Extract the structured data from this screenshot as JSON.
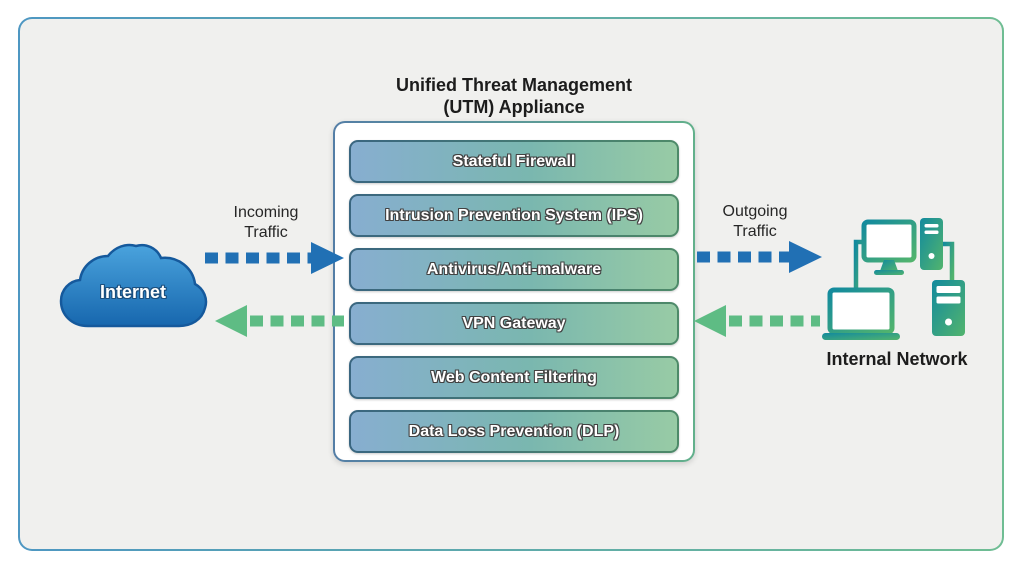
{
  "title": {
    "line1": "Unified Threat Management",
    "line2": "(UTM) Appliance"
  },
  "utm": {
    "modules": [
      "Stateful Firewall",
      "Intrusion Prevention System (IPS)",
      "Antivirus/Anti-malware",
      "VPN Gateway",
      "Web Content Filtering",
      "Data Loss Prevention (DLP)"
    ]
  },
  "internet": {
    "label": "Internet",
    "icon": "cloud-icon"
  },
  "internal_network": {
    "label": "Internal Network",
    "icon": "network-computers-icon"
  },
  "flows": {
    "incoming": {
      "line1": "Incoming",
      "line2": "Traffic"
    },
    "outgoing": {
      "line1": "Outgoing",
      "line2": "Traffic"
    }
  },
  "colors": {
    "incoming_outgoing_arrow": "#2170b4",
    "return_arrow": "#5ebc84",
    "frame_border_left": "#4e97c2",
    "frame_border_right": "#6fbd93",
    "frame_background": "#f0f0ee",
    "module_gradient_left": "#87aed0",
    "module_gradient_right": "#98cba5",
    "cloud_top": "#4aa3dd",
    "cloud_bottom": "#1767ae",
    "network_icon_teal": "#128a9e",
    "network_icon_green": "#52b46d"
  }
}
